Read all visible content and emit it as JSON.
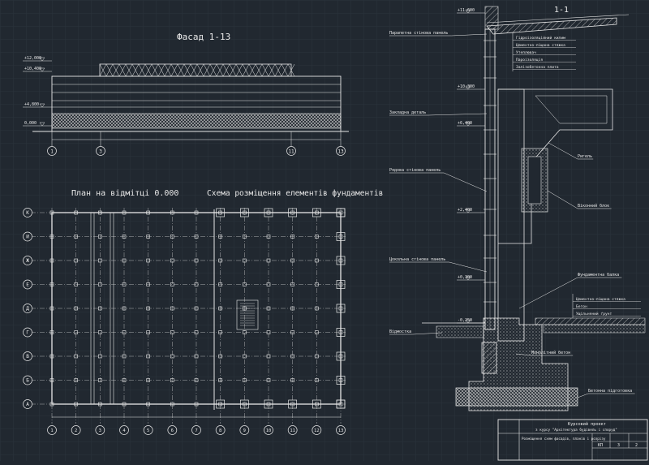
{
  "colors": {
    "background": "#212830",
    "grid": "#2b333c",
    "line": "#e8e8e8",
    "accent": "#ff4040",
    "hatch": "#c8c8c8"
  },
  "facade": {
    "title": "Фасад 1-13",
    "axis_labels": [
      "1",
      "3",
      "11",
      "13"
    ],
    "elevations": [
      "+12,000",
      "+10,400",
      "+4,800",
      "0,000"
    ]
  },
  "plan": {
    "title": "План на відмітці 0.000",
    "row_labels": [
      "К",
      "И",
      "Ж",
      "Е",
      "Д",
      "Г",
      "В",
      "Б",
      "А"
    ],
    "column_labels": [
      "1",
      "2",
      "3",
      "4",
      "5",
      "6",
      "7",
      "8",
      "9",
      "10",
      "11",
      "12",
      "13"
    ]
  },
  "foundation_scheme": {
    "title": "Схема розміщення елементів фундаментів"
  },
  "section": {
    "title": "1-1",
    "elevations": [
      "+11,600",
      "+10,300",
      "+6,400",
      "+2,400",
      "+0,300",
      "-0,250"
    ],
    "callouts": [
      "Парапетна стінова панель",
      "Закладна деталь",
      "Рядова стінова панель",
      "Цокольна стінова панель",
      "Відмостка",
      "Ригель",
      "Віконний блок",
      "Фундаментна балка",
      "Монолітний бетон",
      "Бетонна підготовка"
    ],
    "roof_layers": [
      "Гідроізоляційний килим",
      "Цементно-піщана стяжка",
      "Утеплювач",
      "Пароізоляція",
      "Залізобетонна плита"
    ],
    "floor_layers": [
      "Цементно-піщана стяжка",
      "Бетон",
      "Ущільнений ґрунт"
    ]
  },
  "title_block": {
    "project": "Курсовий проект",
    "subject": "з курсу \"Архітектура будівель і споруд\"",
    "sheet_title": "Розміщення схем фасадів, планів і розрізу",
    "stage": "КП",
    "sheet": "3",
    "sheets": "2"
  }
}
